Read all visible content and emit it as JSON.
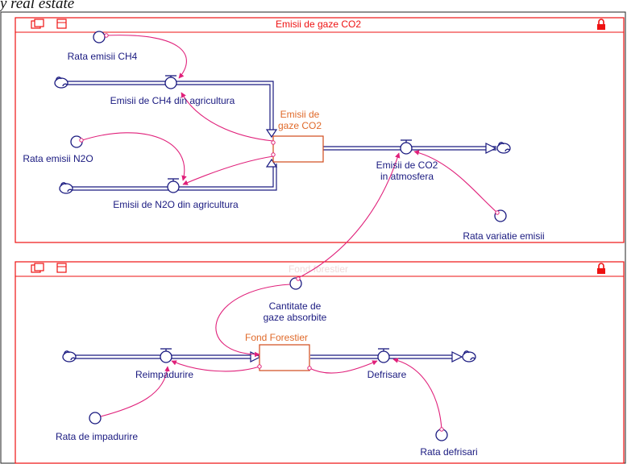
{
  "caption_fragment": "y real estate",
  "sectors": [
    {
      "title": "Emisii de gaze CO2"
    },
    {
      "title": "Fond forestier"
    }
  ],
  "labels": {
    "rata_ch4": "Rata emisii CH4",
    "flow_ch4": "Emisii de CH4 din agricultura",
    "stock_co2_l1": "Emisii de",
    "stock_co2_l2": "gaze CO2",
    "rata_n2o": "Rata emisii N2O",
    "flow_n2o": "Emisii de N2O din agricultura",
    "flow_atm_l1": "Emisii de CO2",
    "flow_atm_l2": "in atmosfera",
    "rata_var": "Rata variatie emisii",
    "cant_l1": "Cantitate de",
    "cant_l2": "gaze absorbite",
    "stock_ff": "Fond Forestier",
    "flow_reimp": "Reimpadurire",
    "flow_def": "Defrisare",
    "rata_imp": "Rata de impadurire",
    "rata_def": "Rata defrisari"
  },
  "colors": {
    "flow": "#1a1a80",
    "connector": "#e0207a",
    "sector_border": "#ee1111",
    "stock_border": "#d04a1a"
  }
}
